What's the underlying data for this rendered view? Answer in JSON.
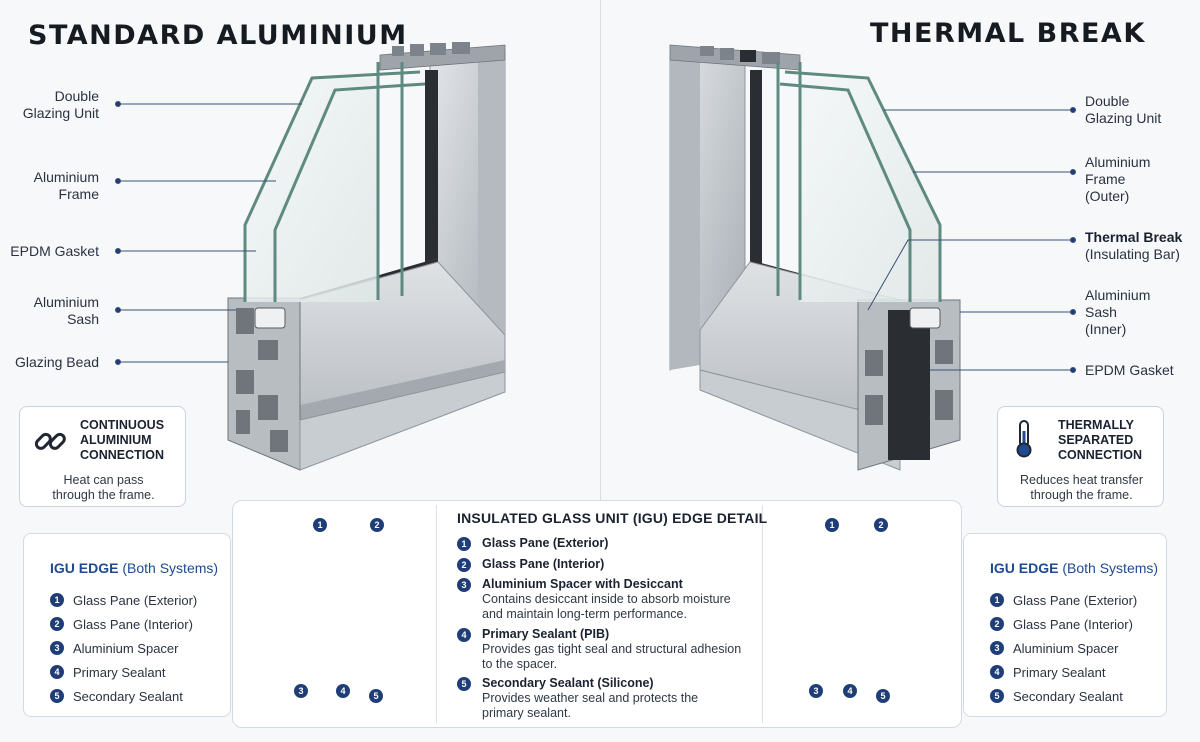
{
  "left": {
    "title": "STANDARD ALUMINIUM",
    "labels": {
      "double_glazing": [
        "Double",
        "Glazing Unit"
      ],
      "aluminium_frame": [
        "Aluminium",
        "Frame"
      ],
      "epdm_gasket": "EPDM Gasket",
      "aluminium_sash": [
        "Aluminium",
        "Sash"
      ],
      "glazing_bead": "Glazing Bead"
    },
    "card": {
      "title": [
        "CONTINUOUS",
        "ALUMINIUM",
        "CONNECTION"
      ],
      "desc": [
        "Heat can pass",
        "through the frame."
      ],
      "icon": "chain-link-icon"
    }
  },
  "right": {
    "title": "THERMAL BREAK",
    "labels": {
      "double_glazing": [
        "Double",
        "Glazing Unit"
      ],
      "aluminium_frame": [
        "Aluminium",
        "Frame",
        "(Outer)"
      ],
      "thermal_break": [
        "Thermal Break",
        "(Insulating Bar)"
      ],
      "aluminium_sash": [
        "Aluminium",
        "Sash",
        "(Inner)"
      ],
      "epdm_gasket": "EPDM Gasket"
    },
    "card": {
      "title": [
        "THERMALLY",
        "SEPARATED",
        "CONNECTION"
      ],
      "desc": [
        "Reduces heat transfer",
        "through the frame."
      ],
      "icon": "thermometer-icon"
    }
  },
  "igu_list": {
    "heading": "IGU EDGE",
    "heading_suffix": "(Both Systems)",
    "items": [
      "Glass Pane (Exterior)",
      "Glass Pane (Interior)",
      "Aluminium Spacer",
      "Primary Sealant",
      "Secondary Sealant"
    ]
  },
  "center": {
    "title": "INSULATED GLASS UNIT (IGU) EDGE DETAIL",
    "items": [
      {
        "n": "1",
        "title": "Glass Pane (Exterior)",
        "desc": []
      },
      {
        "n": "2",
        "title": "Glass Pane (Interior)",
        "desc": []
      },
      {
        "n": "3",
        "title": "Aluminium Spacer with Desiccant",
        "desc": [
          "Contains desiccant inside to absorb moisture",
          "and maintain long-term performance."
        ]
      },
      {
        "n": "4",
        "title": "Primary Sealant (PIB)",
        "desc": [
          "Provides gas tight seal and structural adhesion",
          "to the spacer."
        ]
      },
      {
        "n": "5",
        "title": "Secondary Sealant (Silicone)",
        "desc": [
          "Provides weather seal and protects the",
          "primary sealant."
        ]
      }
    ]
  },
  "markers": [
    "1",
    "2",
    "3",
    "4",
    "5"
  ],
  "colors": {
    "navy": "#1f3e78",
    "glass_edge": "#5f8a80",
    "aluminium": "#c7ccd1",
    "thermal_break": "#2a2d31",
    "accent_blue": "#1f4a8f"
  }
}
